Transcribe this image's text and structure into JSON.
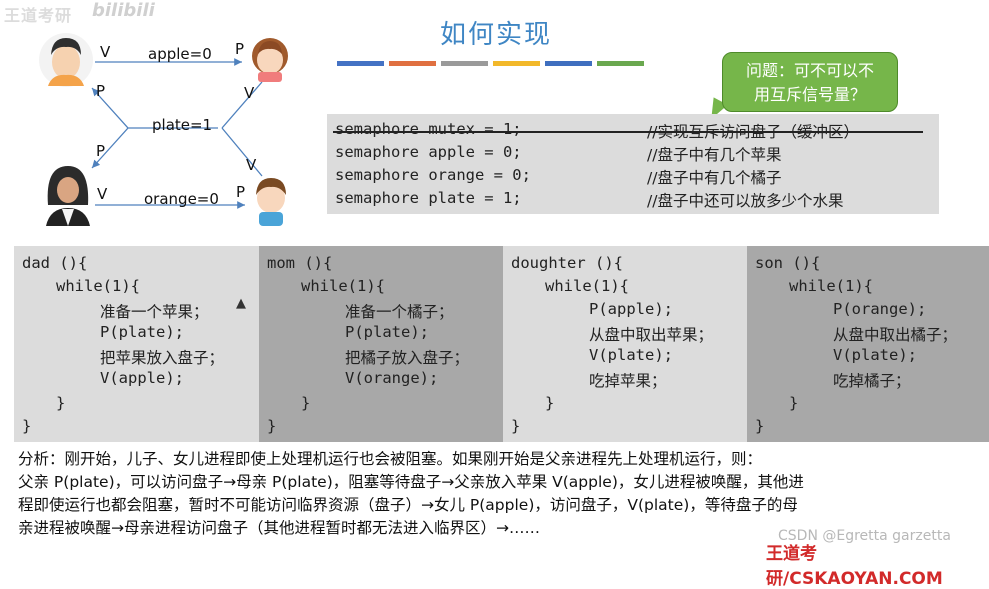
{
  "watermark": {
    "text": "王道考研",
    "logo": "bilibili"
  },
  "header": {
    "title": "如何实现"
  },
  "color_bars": [
    "#4472c4",
    "#e07040",
    "#9a9a9a",
    "#f2b82a",
    "#3f6fbf",
    "#6aa84f"
  ],
  "diagram": {
    "apple_label": "apple=0",
    "plate_label": "plate=1",
    "orange_label": "orange=0",
    "v_label": "V",
    "p_label": "P"
  },
  "bubble": {
    "line1": "问题：可不可以不",
    "line2": "用互斥信号量？"
  },
  "declarations": [
    {
      "code": "semaphore mutex = 1;",
      "comment": "//实现互斥访问盘子（缓冲区）",
      "struck": true
    },
    {
      "code": "semaphore apple = 0;",
      "comment": "//盘子中有几个苹果"
    },
    {
      "code": "semaphore orange = 0;",
      "comment": "//盘子中有几个橘子"
    },
    {
      "code": "semaphore plate = 1;",
      "comment": "//盘子中还可以放多少个水果"
    }
  ],
  "processes": [
    {
      "header": "dad (){",
      "loop": "while(1){",
      "lines": [
        "准备一个苹果；",
        "P(plate);",
        "把苹果放入盘子；",
        "V(apple);"
      ],
      "close_inner": "}",
      "close_outer": "}",
      "bg": "#dcdcdc"
    },
    {
      "header": "mom (){",
      "loop": "while(1){",
      "lines": [
        "准备一个橘子；",
        "P(plate);",
        "把橘子放入盘子；",
        "V(orange);"
      ],
      "close_inner": "}",
      "close_outer": "}",
      "bg": "#a8a8a8"
    },
    {
      "header": "doughter (){",
      "loop": "while(1){",
      "lines": [
        "P(apple);",
        "从盘中取出苹果；",
        "V(plate);",
        "吃掉苹果；"
      ],
      "close_inner": "}",
      "close_outer": "}",
      "bg": "#dcdcdc"
    },
    {
      "header": "son (){",
      "loop": "while(1){",
      "lines": [
        "P(orange);",
        "从盘中取出橘子；",
        "V(plate);",
        "吃掉橘子；"
      ],
      "close_inner": "}",
      "close_outer": "}",
      "bg": "#a8a8a8"
    }
  ],
  "analysis": [
    "分析：刚开始，儿子、女儿进程即使上处理机运行也会被阻塞。如果刚开始是父亲进程先上处理机运行，则：",
    "父亲 P(plate)，可以访问盘子→母亲 P(plate)，阻塞等待盘子→父亲放入苹果 V(apple)，女儿进程被唤醒，其他进",
    "程即使运行也都会阻塞，暂时不可能访问临界资源（盘子）→女儿 P(apple)，访问盘子，V(plate)，等待盘子的母",
    "亲进程被唤醒→母亲进程访问盘子（其他进程暂时都无法进入临界区）→……"
  ],
  "footer": {
    "csdn": "CSDN @Egretta garzetta",
    "site": "王道考研/CSKAOYAN.COM"
  }
}
